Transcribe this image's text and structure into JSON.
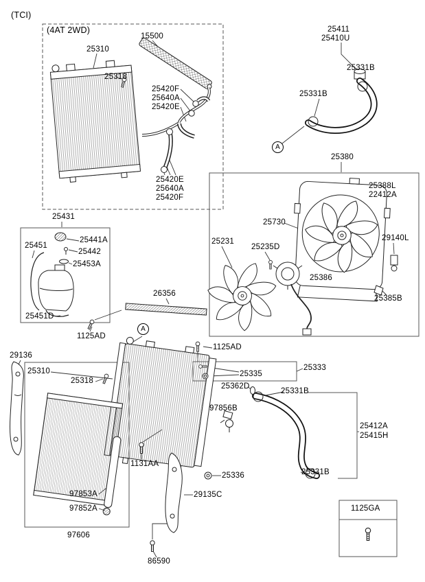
{
  "engine_note": "(TCI)",
  "callout_a": "A",
  "group_labels": {
    "at4_2wd": "(4AT 2WD)"
  },
  "part_numbers": {
    "n15500": "15500",
    "n25310": "25310",
    "n25318": "25318",
    "n25420F": "25420F",
    "n25640A": "25640A",
    "n25420E": "25420E",
    "n25411": "25411",
    "n25410U": "25410U",
    "n25331B": "25331B",
    "n25380": "25380",
    "n25388L": "25388L",
    "n22412A": "22412A",
    "n25730": "25730",
    "n25231": "25231",
    "n25235D": "25235D",
    "n25386": "25386",
    "n29140L": "29140L",
    "n25385B": "25385B",
    "n25431": "25431",
    "n25441A": "25441A",
    "n25442": "25442",
    "n25453A": "25453A",
    "n25451": "25451",
    "n25451D": "25451D",
    "n26356": "26356",
    "n1125AD": "1125AD",
    "n29136": "29136",
    "n25335": "25335",
    "n25333": "25333",
    "n25362D": "25362D",
    "n97856B": "97856B",
    "n25412A": "25412A",
    "n25415H": "25415H",
    "n25336": "25336",
    "n1131AA": "1131AA",
    "n29135C": "29135C",
    "n97853A": "97853A",
    "n97852A": "97852A",
    "n97606": "97606",
    "n86590": "86590",
    "n1125GA": "1125GA"
  }
}
